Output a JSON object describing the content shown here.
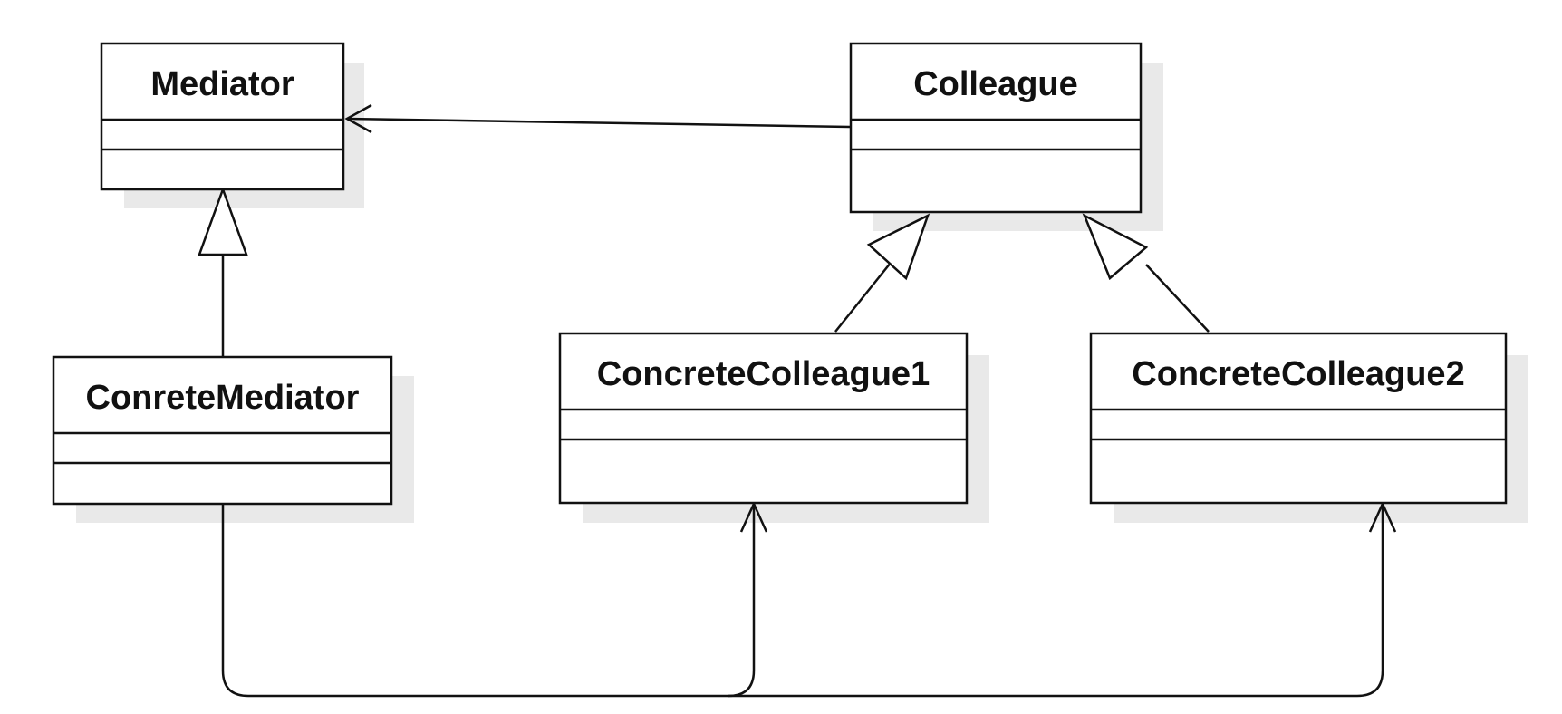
{
  "diagram": {
    "type": "uml-class-diagram",
    "classes": {
      "mediator": {
        "name": "Mediator"
      },
      "colleague": {
        "name": "Colleague"
      },
      "concrete_mediator": {
        "name": "ConreteMediator"
      },
      "concrete_colleague1": {
        "name": "ConcreteColleague1"
      },
      "concrete_colleague2": {
        "name": "ConcreteColleague2"
      }
    },
    "relationships": [
      {
        "type": "association",
        "from": "Colleague",
        "to": "Mediator"
      },
      {
        "type": "generalization",
        "from": "ConreteMediator",
        "to": "Mediator"
      },
      {
        "type": "generalization",
        "from": "ConcreteColleague1",
        "to": "Colleague"
      },
      {
        "type": "generalization",
        "from": "ConcreteColleague2",
        "to": "Colleague"
      },
      {
        "type": "association",
        "from": "ConreteMediator",
        "to": "ConcreteColleague1"
      },
      {
        "type": "association",
        "from": "ConreteMediator",
        "to": "ConcreteColleague2"
      }
    ]
  }
}
